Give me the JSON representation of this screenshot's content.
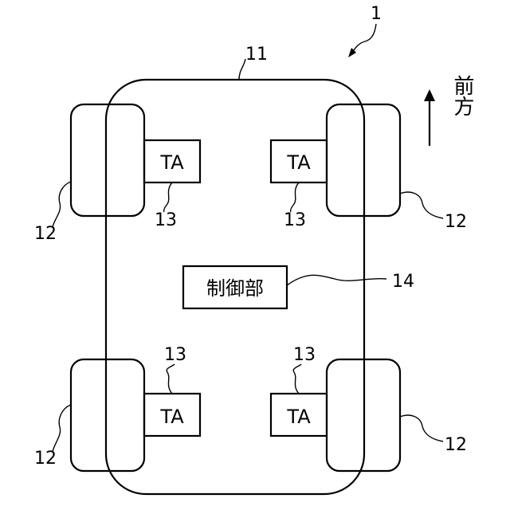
{
  "figure": {
    "ref_vehicle": "1",
    "ref_body": "11",
    "ref_wheel": "12",
    "ref_actuator": "13",
    "ref_controller": "14",
    "actuator_label": "TA",
    "controller_label": "制御部",
    "direction_label": "前方"
  }
}
